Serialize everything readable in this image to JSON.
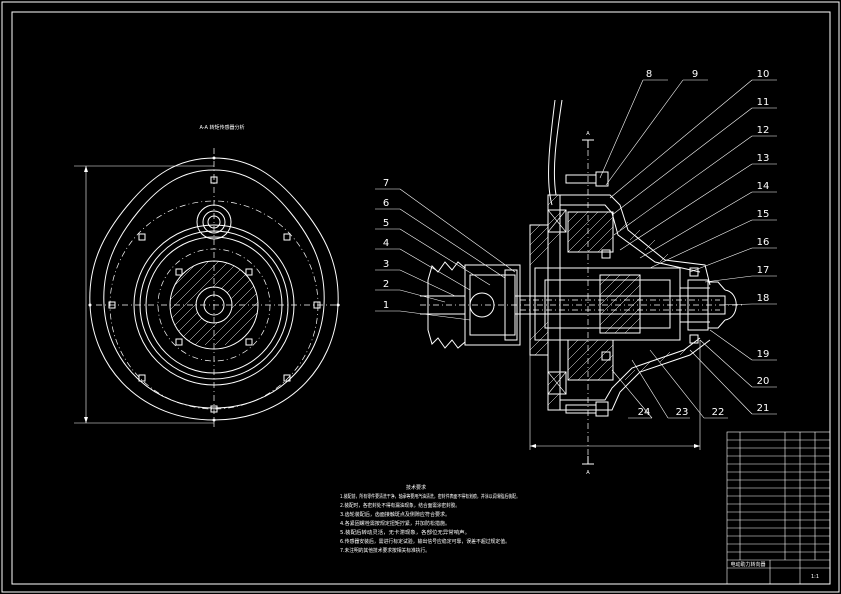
{
  "sheet": {
    "background": "#000000",
    "line_color": "#ffffff"
  },
  "left_view": {
    "title": "A-A 转矩传感器分析"
  },
  "section": {
    "top_marker": "A",
    "bottom_marker": "A"
  },
  "part_labels": {
    "left": [
      "7",
      "6",
      "5",
      "4",
      "3",
      "2",
      "1"
    ],
    "right": [
      "8",
      "9",
      "10",
      "11",
      "12",
      "13",
      "14",
      "15",
      "16",
      "17",
      "18",
      "19",
      "20",
      "21"
    ],
    "bottom": [
      "24",
      "23",
      "22"
    ]
  },
  "notes": {
    "title": "技术要求",
    "lines": [
      "1.装配前，所有零件要清洗干净，轴承等要用汽油清洗，密封件表面不得有划痕，并涂以润滑脂后装配。",
      "2.装配时，各密封处不得有漏油现象，结合面需涂密封胶。",
      "3.齿轮装配后，齿面接触斑点及侧隙应符合要求。",
      "4.各紧固螺栓需按规定扭矩拧紧，并加防松措施。",
      "5.装配后转动灵活，无卡滞现象，各部位无异常响声。",
      "6.传感器安装后，需进行标定试验，输出信号应稳定可靠，误差不超过规定值。",
      "7.未注明的其他技术要求按相关标准执行。"
    ]
  },
  "title_block": {
    "name": "电动助力转向器",
    "scale": "1:1"
  }
}
